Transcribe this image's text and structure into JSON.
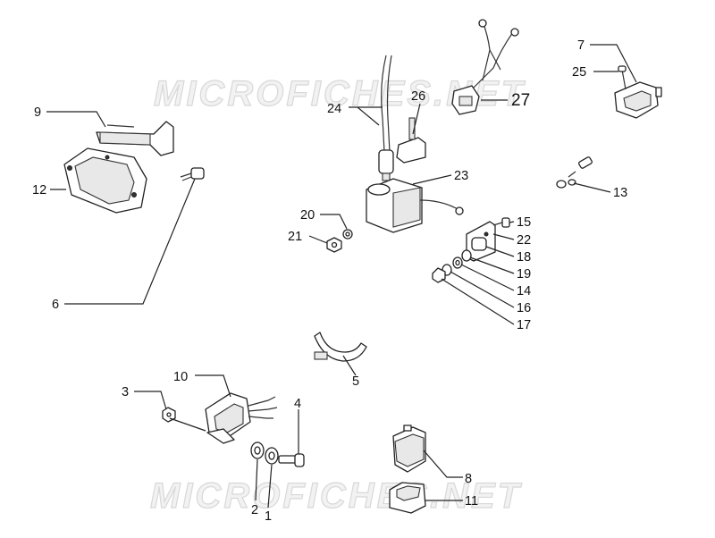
{
  "watermark": [
    "MICROFICHES.NET",
    "MICROFICHES.NET"
  ],
  "callouts": [
    "1",
    "2",
    "3",
    "4",
    "5",
    "6",
    "7",
    "8",
    "9",
    "10",
    "11",
    "12",
    "13",
    "14",
    "15",
    "16",
    "17",
    "18",
    "19",
    "20",
    "21",
    "22",
    "23",
    "24",
    "25",
    "26",
    "27"
  ]
}
